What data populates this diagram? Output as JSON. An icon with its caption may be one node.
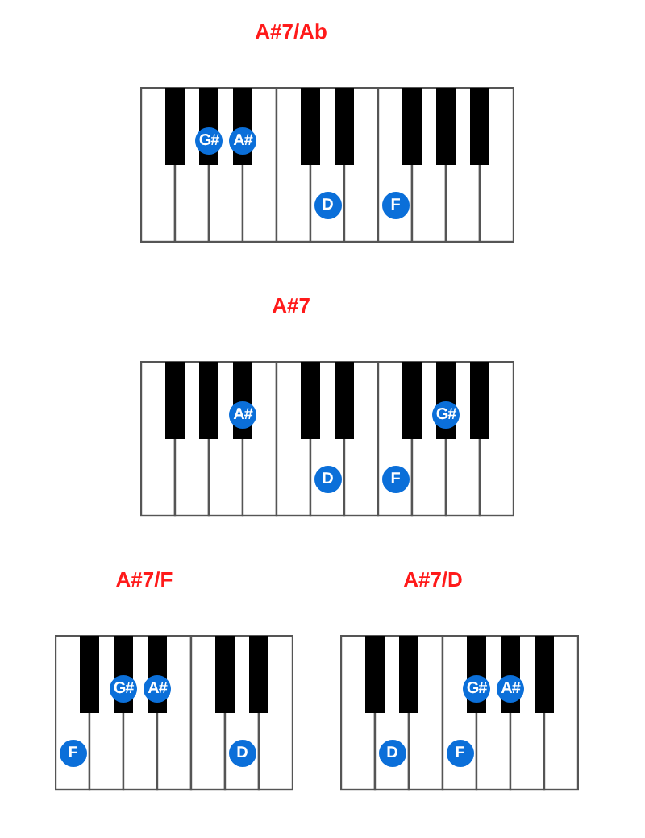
{
  "diagram": {
    "nodes": [
      {
        "text": [
          "A#7/Ab"
        ]
      },
      {
        "text": [
          "G#"
        ],
        "in": 0
      },
      {
        "text": [
          "A#"
        ],
        "in": 0
      },
      {
        "text": [
          "D"
        ],
        "in": 0
      },
      {
        "text": [
          "F"
        ],
        "in": 0
      },
      {
        "text": [
          "A#7"
        ]
      },
      {
        "text": [
          "A#"
        ],
        "in": 5
      },
      {
        "text": [
          "G#"
        ],
        "in": 5
      },
      {
        "text": [
          "D"
        ],
        "in": 5
      },
      {
        "text": [
          "F"
        ],
        "in": 5
      },
      {
        "text": [
          "A#7/F"
        ]
      },
      {
        "text": [
          "G#"
        ],
        "in": 10
      },
      {
        "text": [
          "A#"
        ],
        "in": 10
      },
      {
        "text": [
          "F"
        ],
        "in": 10
      },
      {
        "text": [
          "D"
        ],
        "in": 10
      },
      {
        "text": [
          "A#7/D"
        ]
      },
      {
        "text": [
          "G#"
        ],
        "in": 15
      },
      {
        "text": [
          "A#"
        ],
        "in": 15
      },
      {
        "text": [
          "D"
        ],
        "in": 15
      },
      {
        "text": [
          "F"
        ],
        "in": 15
      }
    ],
    "edges": []
  }
}
